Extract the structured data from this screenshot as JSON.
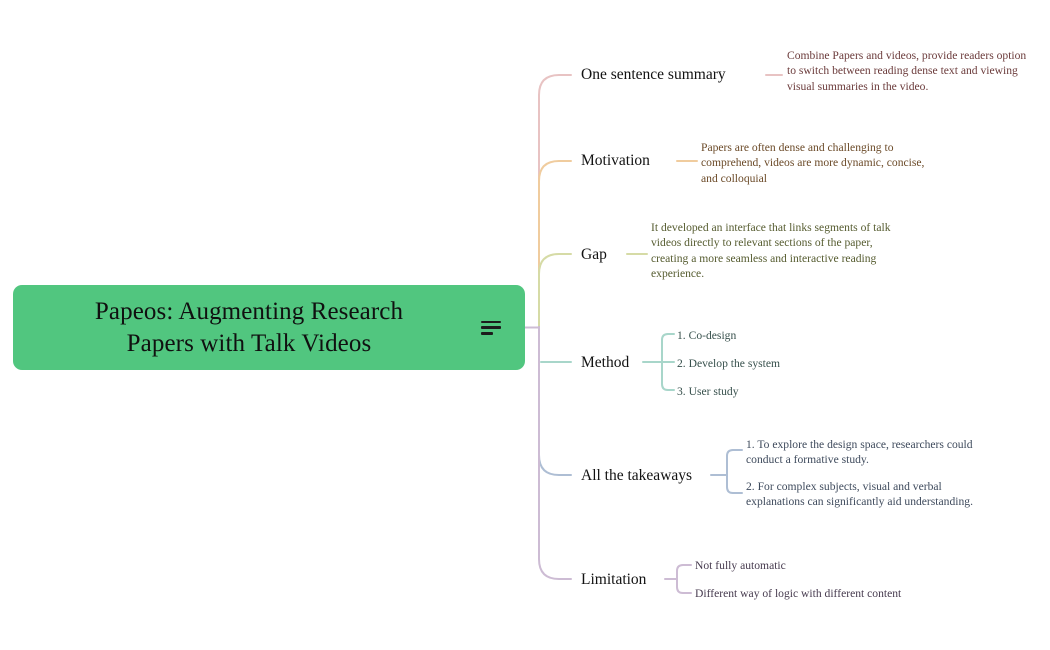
{
  "document": {
    "type": "mind-map",
    "background": "#ffffff"
  },
  "root": {
    "title": "Papeos: Augmenting Research\nPapers with Talk Videos",
    "color": "#51c67f",
    "text_color": "#101010",
    "note_icon": "notes-lines-icon"
  },
  "branches": [
    {
      "id": "one-sentence-summary",
      "label": "One sentence summary",
      "connector_color": "#e8c3c3",
      "text_color": "#6b3b3b",
      "children": [
        "Combine Papers and videos, provide readers option to switch between reading dense text and viewing visual summaries in the video."
      ]
    },
    {
      "id": "motivation",
      "label": "Motivation",
      "connector_color": "#f0cc9e",
      "text_color": "#6b4a28",
      "children": [
        "Papers are often dense and challenging to comprehend, videos are more dynamic, concise, and colloquial"
      ]
    },
    {
      "id": "gap",
      "label": "Gap",
      "connector_color": "#d6dba6",
      "text_color": "#565c30",
      "children": [
        "It developed an interface that links segments of talk videos directly to relevant sections of the paper, creating a more seamless and interactive reading experience."
      ]
    },
    {
      "id": "method",
      "label": "Method",
      "connector_color": "#a8d6ca",
      "text_color": "#37504c",
      "children": [
        "1. Co-design",
        "2. Develop the system",
        "3. User study"
      ]
    },
    {
      "id": "all-the-takeaways",
      "label": "All the takeaways",
      "connector_color": "#aebed4",
      "text_color": "#3e4a5c",
      "children": [
        "1. To explore the design space, researchers could conduct a formative study.",
        "2. For complex subjects, visual and verbal explanations can significantly aid understanding."
      ]
    },
    {
      "id": "limitation",
      "label": "Limitation",
      "connector_color": "#cdbcd4",
      "text_color": "#463a4e",
      "children": [
        "Not fully automatic",
        "Different way of logic with different content"
      ]
    }
  ]
}
